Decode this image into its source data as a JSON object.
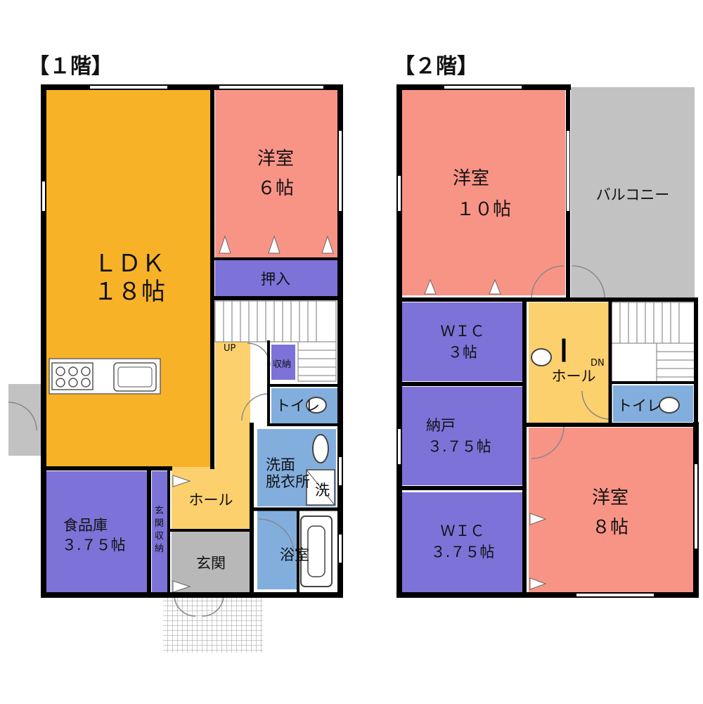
{
  "floor1": {
    "title": "【１階】",
    "ldk": {
      "name": "ＬＤＫ",
      "size": "１８帖"
    },
    "western6": {
      "name": "洋室",
      "size": "６帖"
    },
    "oshiire": "押入",
    "up": "UP",
    "shuno": "収納",
    "toilet": "トイレ",
    "senmen": {
      "line1": "洗面",
      "line2": "脱衣所"
    },
    "sen": "洗",
    "hall": "ホール",
    "pantry": {
      "name": "食品庫",
      "size": "３.７５帖"
    },
    "genkan_shuno": [
      "玄",
      "関",
      "収",
      "納"
    ],
    "genkan": "玄関",
    "bath": "浴室"
  },
  "floor2": {
    "title": "【２階】",
    "western10": {
      "name": "洋室",
      "size": "１０帖"
    },
    "balcony": "バルコニー",
    "wic3": {
      "name": "ＷＩＣ",
      "size": "３帖"
    },
    "hall": "ホール",
    "dn": "DN",
    "toilet": "トイレ",
    "nando": {
      "name": "納戸",
      "size": "３.７５帖"
    },
    "western8": {
      "name": "洋室",
      "size": "８帖"
    },
    "wic375": {
      "name": "ＷＩＣ",
      "size": "３.７５帖"
    }
  },
  "colors": {
    "ldk": "#f8b228",
    "western": "#f89486",
    "storage": "#7d72d8",
    "hall": "#fcd06c",
    "water": "#82aede",
    "balcony": "#c2c2c2",
    "entrance": "#b8b8b8",
    "wall": "#000000"
  }
}
